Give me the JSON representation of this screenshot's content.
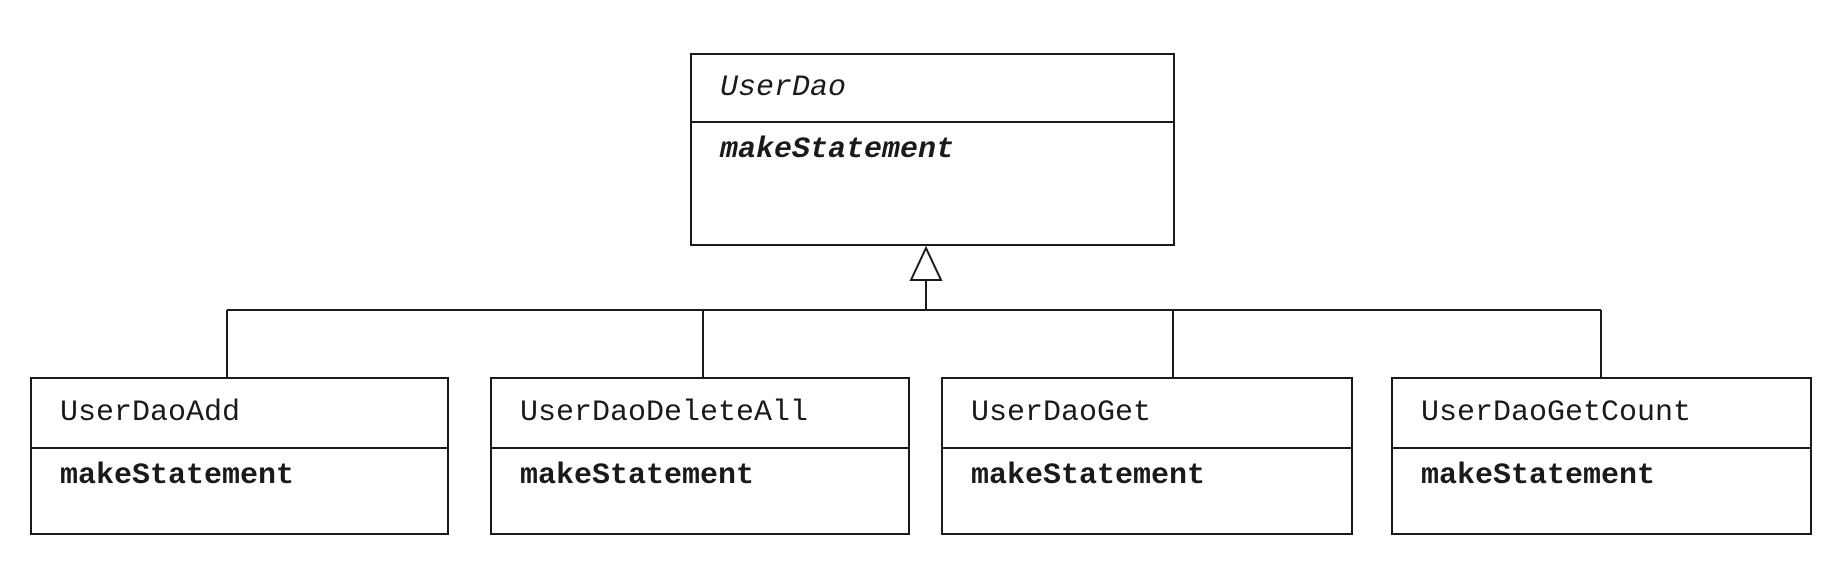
{
  "diagram": {
    "type": "uml-class-inheritance",
    "parent": {
      "name": "UserDao",
      "method": "makeStatement",
      "abstract": true
    },
    "children": [
      {
        "name": "UserDaoAdd",
        "method": "makeStatement"
      },
      {
        "name": "UserDaoDeleteAll",
        "method": "makeStatement"
      },
      {
        "name": "UserDaoGet",
        "method": "makeStatement"
      },
      {
        "name": "UserDaoGetCount",
        "method": "makeStatement"
      }
    ],
    "colors": {
      "stroke": "#1a1a1a",
      "background": "#ffffff"
    }
  }
}
